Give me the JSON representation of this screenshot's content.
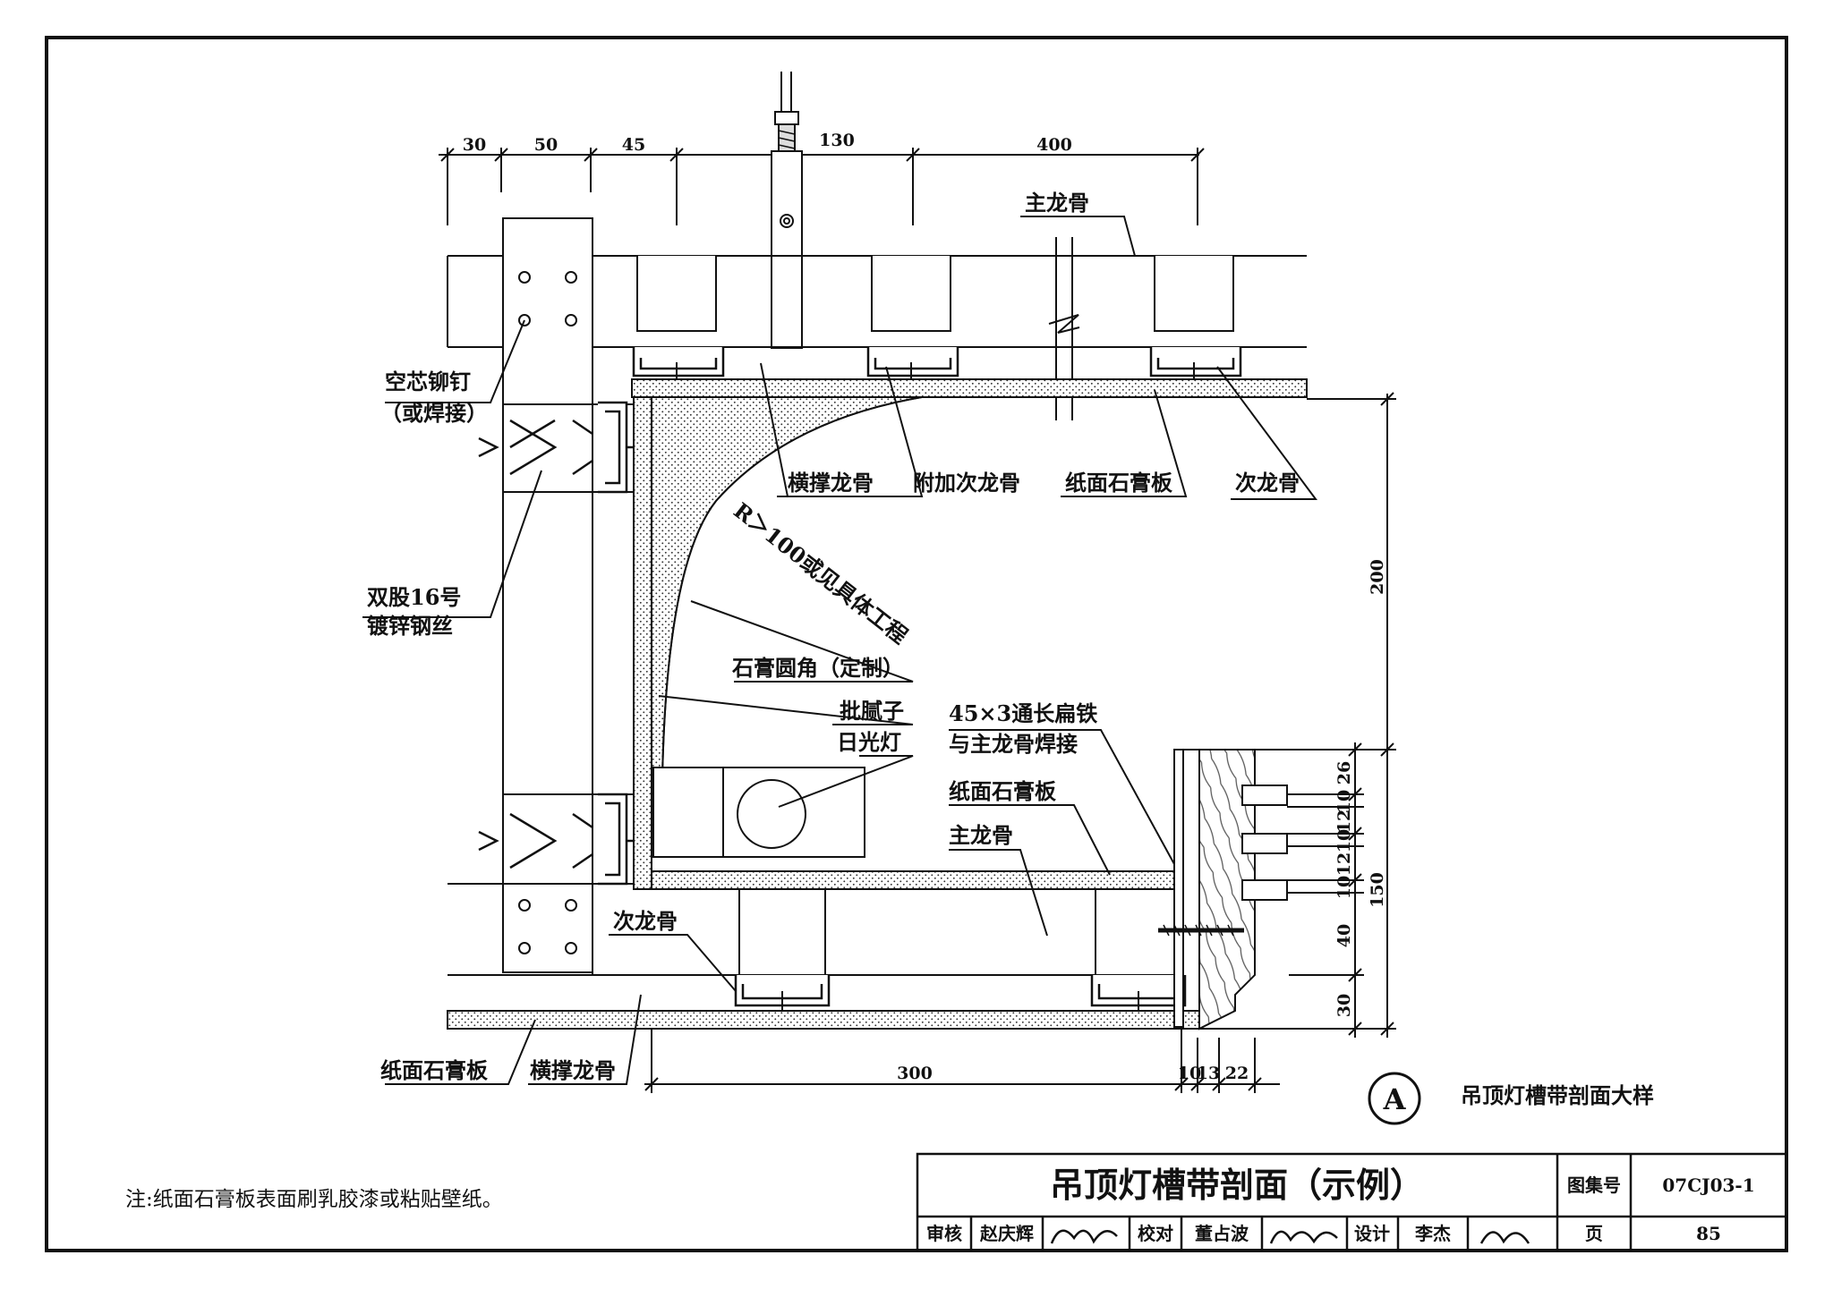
{
  "dimensions": {
    "top": [
      "30",
      "50",
      "45",
      "130",
      "400"
    ],
    "right": [
      "200",
      "26",
      "10",
      "12",
      "10",
      "12",
      "10",
      "150",
      "40",
      "30"
    ],
    "bottom": [
      "300",
      "10",
      "13",
      "22"
    ]
  },
  "labels": {
    "main_runner_top": "主龙骨",
    "hollow_rivet_1": "空芯铆钉",
    "hollow_rivet_2": "（或焊接）",
    "cross_runner": "横撑龙骨",
    "extra_secondary": "附加次龙骨",
    "gypsum_board_top": "纸面石膏板",
    "secondary_runner_top": "次龙骨",
    "radius": "R＞100或见具体工程",
    "double_wire_1": "双股16号",
    "double_wire_2": "镀锌钢丝",
    "gypsum_corner": "石膏圆角（定制）",
    "putty": "批腻子",
    "fluorescent": "日光灯",
    "flat_iron_1": "45×3通长扁铁",
    "flat_iron_2": "与主龙骨焊接",
    "gypsum_board_mid": "纸面石膏板",
    "main_runner_mid": "主龙骨",
    "secondary_runner_bottom": "次龙骨",
    "gypsum_board_bottom": "纸面石膏板",
    "cross_runner_bottom": "横撑龙骨"
  },
  "detail": {
    "mark": "A",
    "caption": "吊顶灯槽带剖面大样"
  },
  "note": "注:纸面石膏板表面刷乳胶漆或粘贴壁纸。",
  "title_block": {
    "title": "吊顶灯槽带剖面（示例）",
    "atlas_label": "图集号",
    "atlas_no": "07CJ03-1",
    "review_label": "审核",
    "reviewer": "赵庆辉",
    "check_label": "校对",
    "checker": "董占波",
    "design_label": "设计",
    "designer": "李杰",
    "page_label": "页",
    "page_no": "85"
  }
}
